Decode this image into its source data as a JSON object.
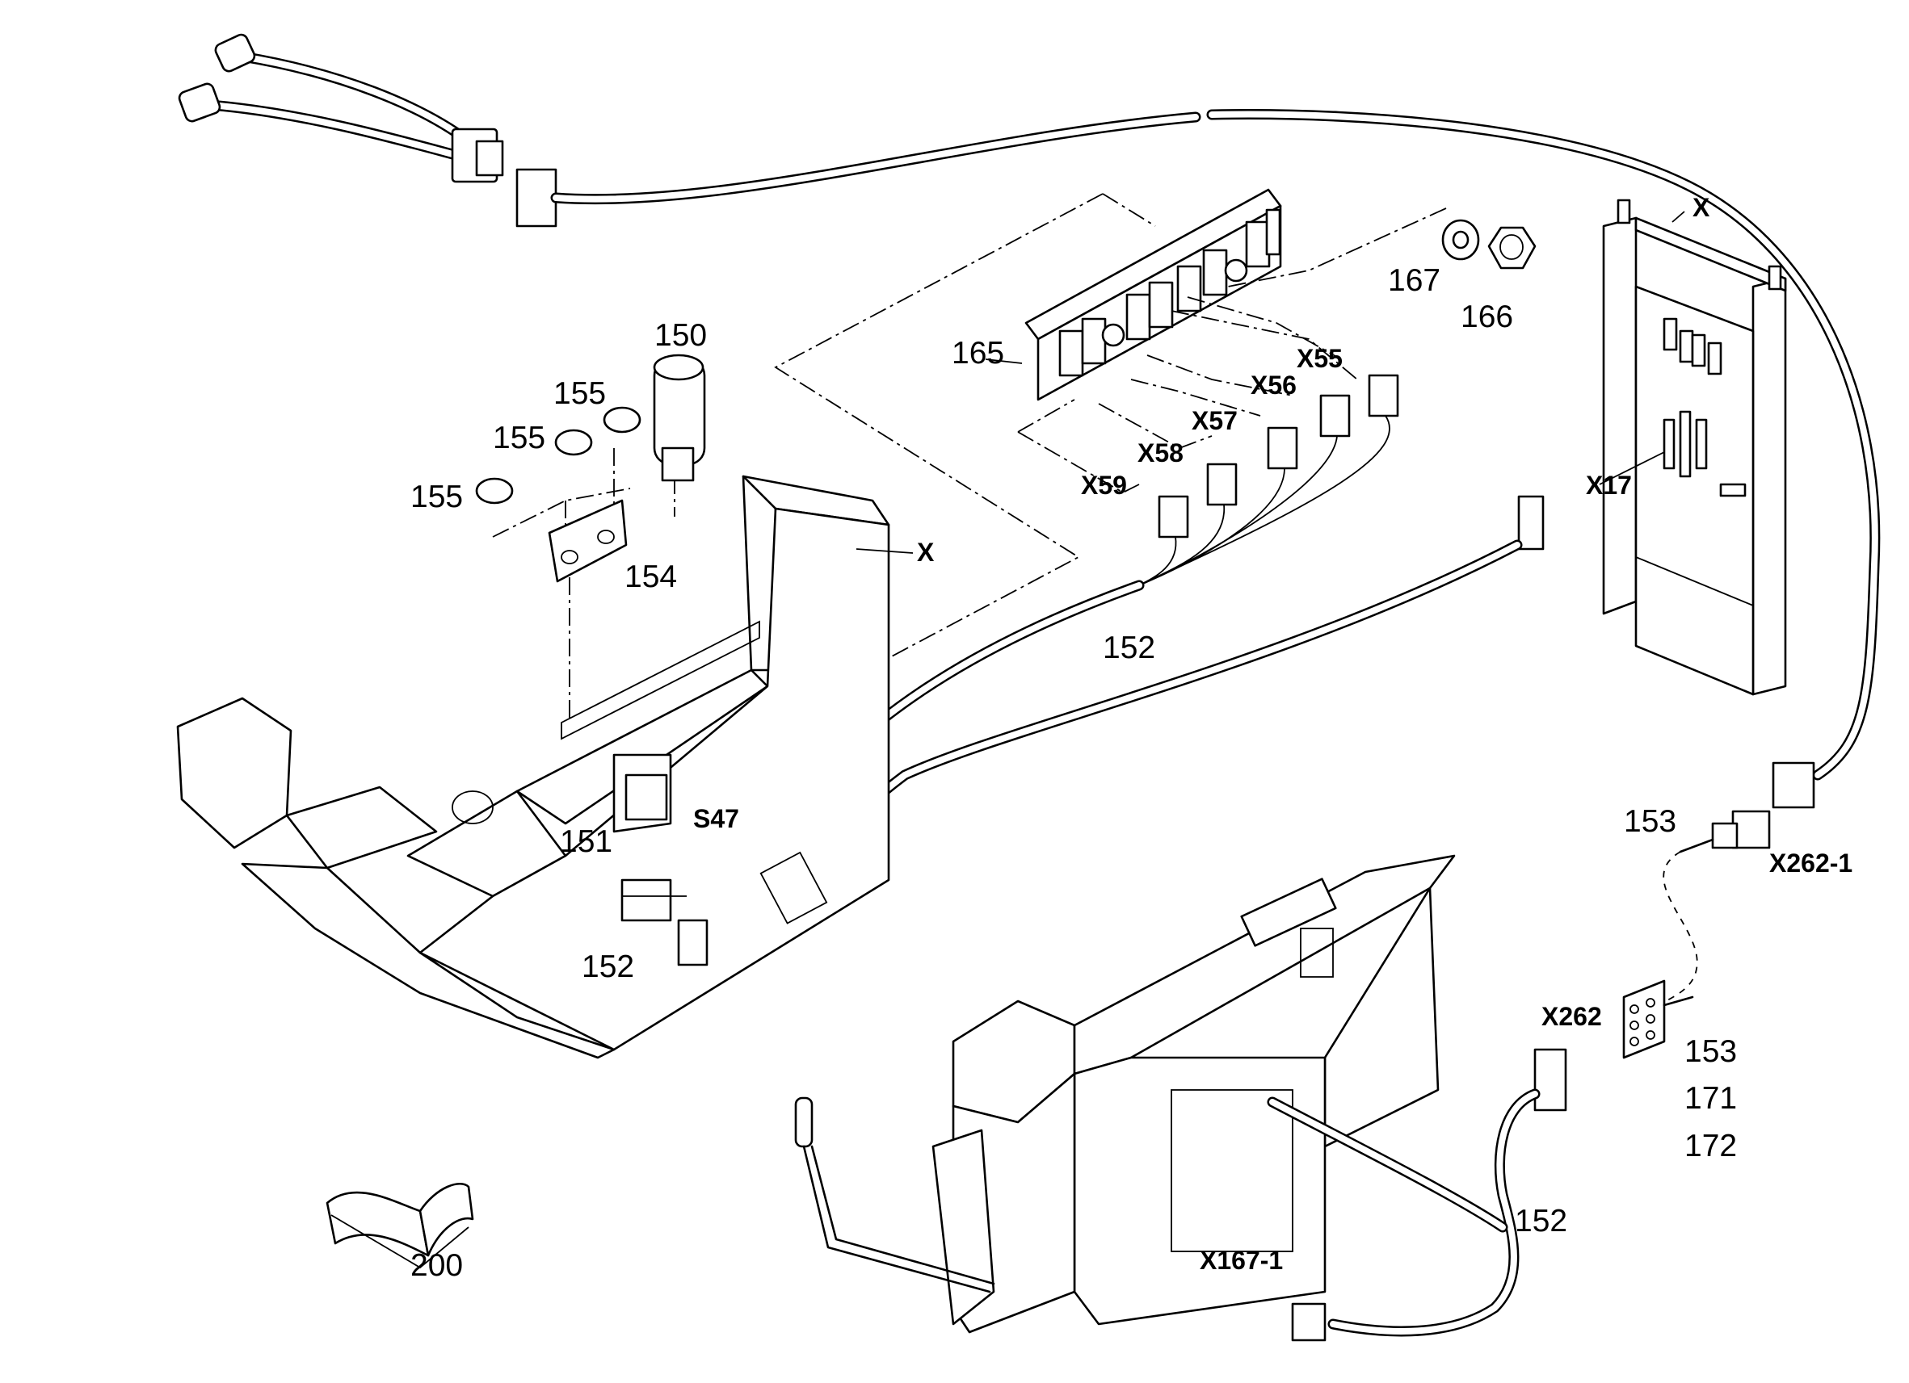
{
  "callouts": {
    "c150": "150",
    "c155a": "155",
    "c155b": "155",
    "c155c": "155",
    "c154": "154",
    "c165": "165",
    "c167": "167",
    "c166": "166",
    "cX_top": "X",
    "cX_console": "X",
    "cX55": "X55",
    "cX56": "X56",
    "cX57": "X57",
    "cX58": "X58",
    "cX59": "X59",
    "cX17": "X17",
    "c152_mid": "152",
    "c151": "151",
    "cS47": "S47",
    "c152_left": "152",
    "c153_top": "153",
    "cX262_1": "X262-1",
    "cX262": "X262",
    "c153_bot": "153",
    "c171": "171",
    "c172": "172",
    "c152_right": "152",
    "cX167_1": "X167-1",
    "c200": "200"
  }
}
